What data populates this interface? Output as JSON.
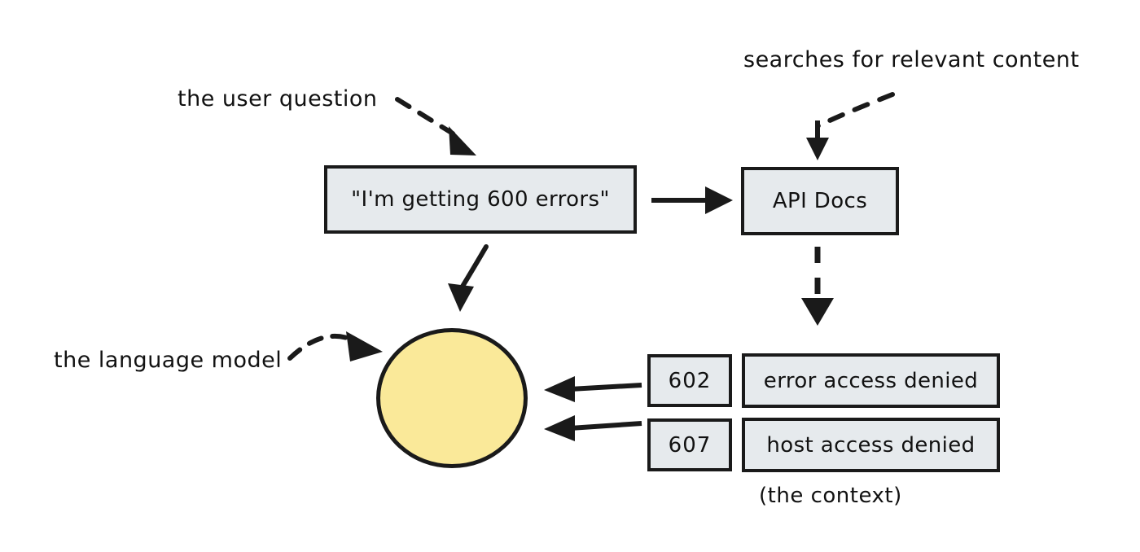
{
  "diagram": {
    "title": "RAG retrieval flow",
    "background_color": "#ffffff",
    "box_fill_color": "#e6eaed",
    "stroke_color": "#1a1a1a",
    "circle_fill_color": "#fae999"
  },
  "nodes": {
    "question": {
      "label": "\"I'm getting 600 errors\"",
      "shape": "rectangle"
    },
    "api_docs": {
      "label": "API Docs",
      "shape": "rectangle"
    },
    "language_model": {
      "label": "",
      "shape": "circle"
    }
  },
  "context": {
    "caption": "(the context)",
    "rows": [
      {
        "code": "602",
        "description": "error access denied"
      },
      {
        "code": "607",
        "description": "host access denied"
      }
    ]
  },
  "annotations": {
    "user_question": "the user question",
    "searches_for_relevant_content": "searches for relevant content",
    "language_model": "the language model"
  },
  "edges": [
    {
      "from": "question",
      "to": "api_docs",
      "style": "solid",
      "direction": "right"
    },
    {
      "from": "question",
      "to": "language_model",
      "style": "solid",
      "direction": "down-curved"
    },
    {
      "from": "api_docs",
      "to": "context",
      "style": "dashed",
      "direction": "down"
    },
    {
      "from": "context_row_0",
      "to": "language_model",
      "style": "solid",
      "direction": "left"
    },
    {
      "from": "context_row_1",
      "to": "language_model",
      "style": "solid",
      "direction": "left"
    },
    {
      "from": "annotation_user_question",
      "to": "question",
      "style": "dashed",
      "direction": "down-right"
    },
    {
      "from": "annotation_searches",
      "to": "api_docs",
      "style": "dashed",
      "direction": "down-left"
    },
    {
      "from": "annotation_language_model",
      "to": "language_model",
      "style": "dashed",
      "direction": "right"
    }
  ]
}
